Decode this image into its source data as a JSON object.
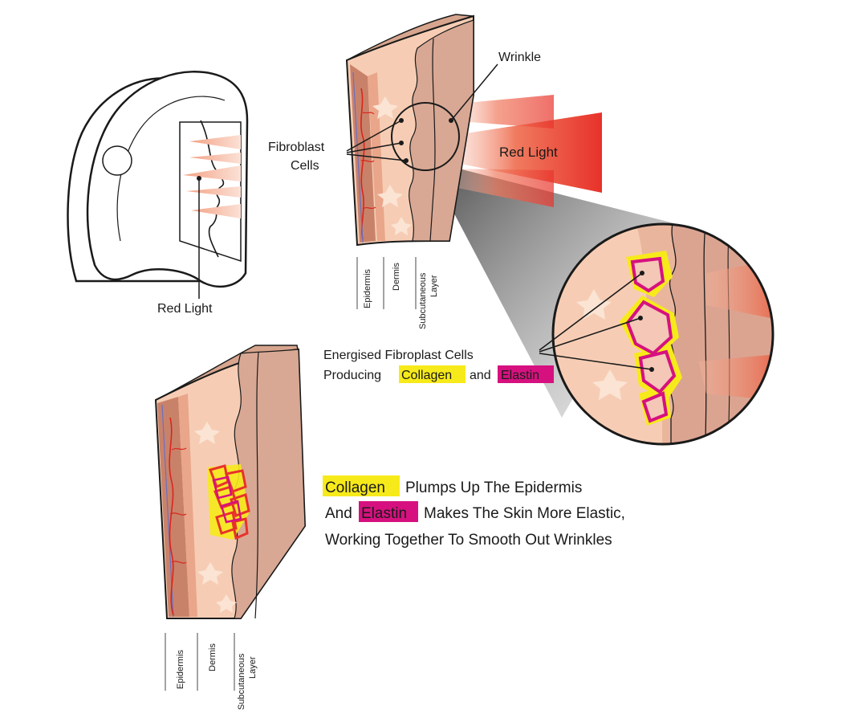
{
  "figure1": {
    "label": "Red Light"
  },
  "skin_top": {
    "wrinkle_label": "Wrinkle",
    "fibroblast_label_line1": "Fibroblast",
    "fibroblast_label_line2": "Cells",
    "beam_label": "Red Light",
    "layers": [
      "Epidermis",
      "Dermis",
      "Subcutaneous",
      "Layer"
    ]
  },
  "zoom": {
    "caption_line1": "Energised Fibroplast Cells",
    "caption_line2_prefix": "Producing",
    "caption_collagen": "Collagen",
    "caption_and": "and",
    "caption_elastin": "Elastin"
  },
  "skin_bottom": {
    "layers": [
      "Epidermis",
      "Dermis",
      "Subcutaneous",
      "Layer"
    ],
    "line1_collagen": "Collagen",
    "line1_rest": "Plumps Up The Epidermis",
    "line2_prefix": "And",
    "line2_elastin": "Elastin",
    "line2_rest": "Makes The Skin More Elastic,",
    "line3": "Working Together To Smooth Out Wrinkles"
  },
  "colors": {
    "collagen_highlight": "#f7ea1a",
    "elastin_highlight": "#d6117f",
    "skin_light": "#f6cdb4",
    "skin_mid": "#eeb596",
    "epidermis": "#c9826a",
    "red_light": "#e8322a"
  }
}
